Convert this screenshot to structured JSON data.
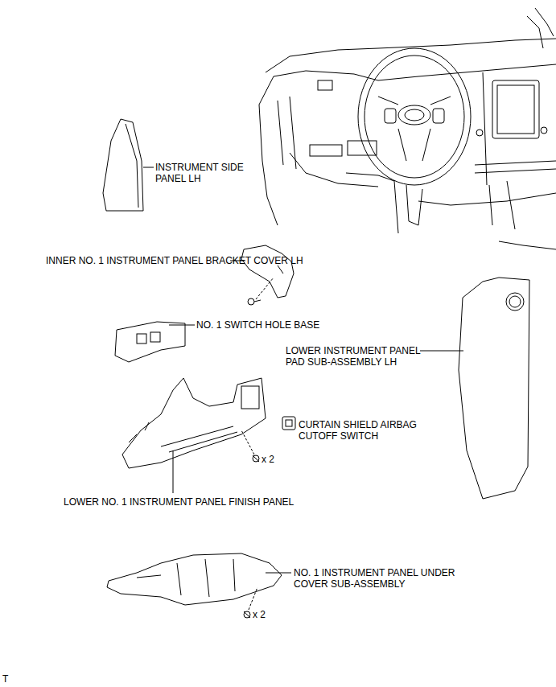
{
  "diagram": {
    "labels": [
      "INSTRUMENT SIDE PANEL LH",
      "INNER NO. 1 INSTRUMENT PANEL BRACKET COVER LH",
      "NO. 1 SWITCH HOLE BASE",
      "LOWER INSTRUMENT PANEL PAD SUB-ASSEMBLY LH",
      "CURTAIN SHIELD AIRBAG CUTOFF SWITCH",
      "x 2",
      "LOWER NO. 1 INSTRUMENT PANEL FINISH PANEL",
      "NO. 1 INSTRUMENT PANEL UNDER COVER SUB-ASSEMBLY",
      "x 2",
      "T"
    ]
  }
}
